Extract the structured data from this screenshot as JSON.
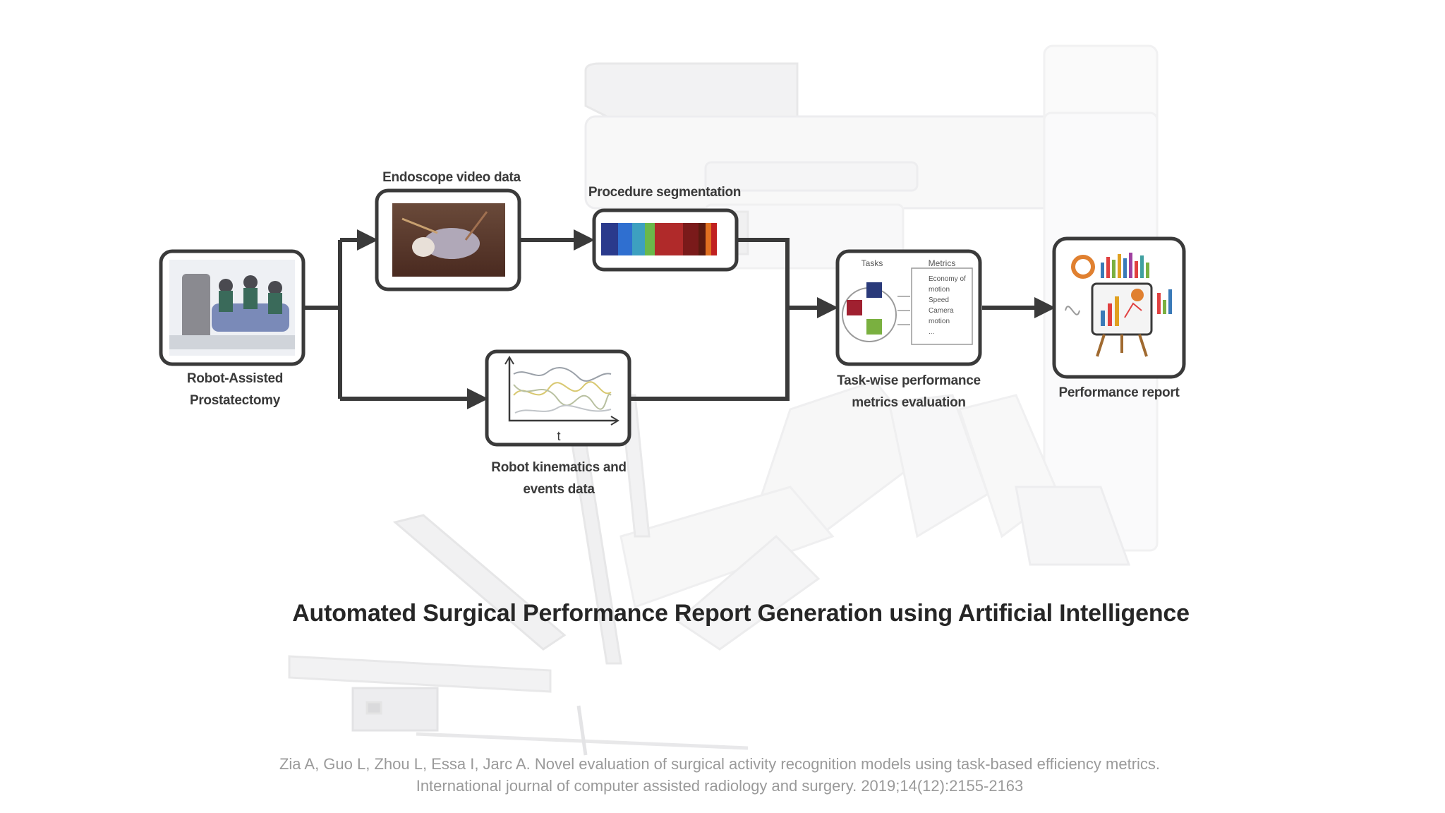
{
  "diagram": {
    "nodes": {
      "robot": {
        "label_line1": "Robot-Assisted",
        "label_line2": "Prostatectomy"
      },
      "video": {
        "label": "Endoscope video data"
      },
      "segmentation": {
        "label": "Procedure segmentation"
      },
      "kinematics": {
        "label_line1": "Robot kinematics and",
        "label_line2": "events data",
        "axis_label": "t"
      },
      "metrics": {
        "label_line1": "Task-wise performance",
        "label_line2": "metrics evaluation",
        "tasks_header": "Tasks",
        "metrics_header": "Metrics",
        "metric_items": [
          "Economy of",
          "motion",
          "Speed",
          "Camera",
          "motion",
          "..."
        ]
      },
      "report": {
        "label": "Performance report"
      }
    },
    "segment_colors": [
      "#2a3a8c",
      "#2f6fd0",
      "#3da0c0",
      "#6ab84a",
      "#b02a2a",
      "#7a1a1a",
      "#5a1a10",
      "#e07020",
      "#c02020"
    ]
  },
  "title": "Automated Surgical Performance Report  Generation using Artificial Intelligence",
  "citation": {
    "line1": "Zia A, Guo L, Zhou L, Essa I, Jarc A. Novel evaluation of surgical activity recognition models using task-based efficiency metrics.",
    "line2": "International journal of computer assisted radiology and surgery. 2019;14(12):2155-2163"
  }
}
